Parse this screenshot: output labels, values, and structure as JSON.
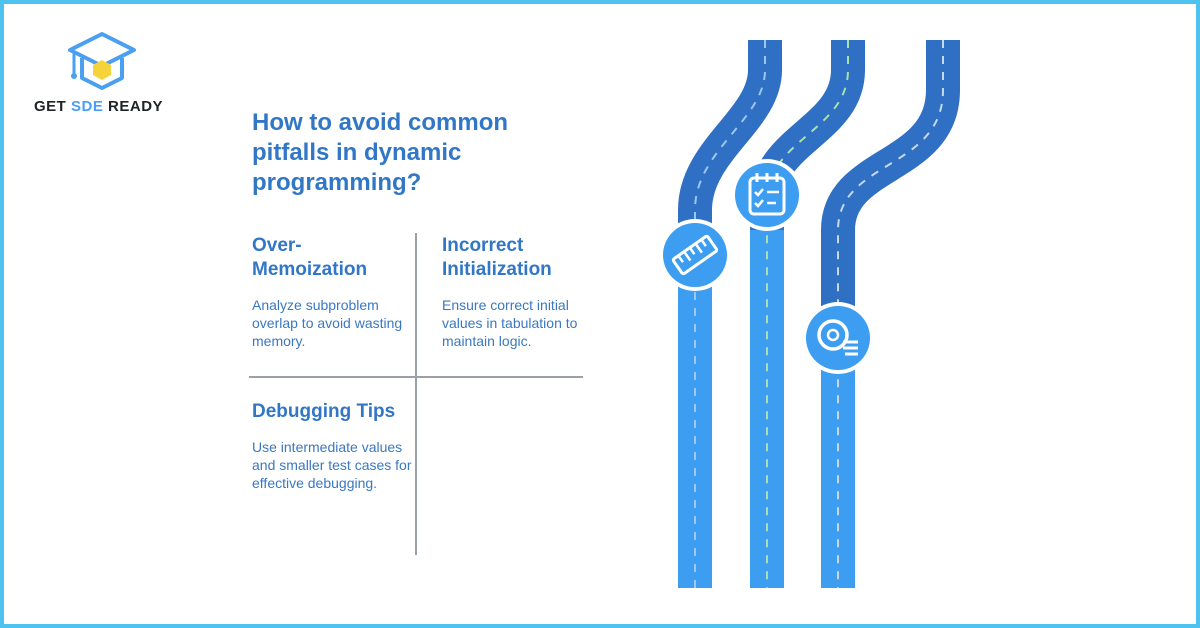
{
  "brand": {
    "name_part1": "GET ",
    "name_accent": "SDE",
    "name_part2": " READY",
    "logo_icon": "graduation-cap-hexagon-icon",
    "accent_color": "#4a9ff0"
  },
  "heading": "How to avoid common pitfalls in dynamic programming?",
  "quadrants": [
    {
      "title": "Over-Memoization",
      "body": "Analyze subproblem overlap to avoid wasting memory.",
      "icon": "ruler-icon"
    },
    {
      "title": "Incorrect Initialization",
      "body": "Ensure correct initial values in tabulation to maintain logic.",
      "icon": "checklist-notepad-icon"
    },
    {
      "title": "Debugging Tips",
      "body": "Use intermediate values and smaller test cases for effective debugging.",
      "icon": "magnifier-list-icon"
    }
  ],
  "colors": {
    "title_blue": "#3277c6",
    "road_dark": "#2f6fc4",
    "road_light": "#3d9df0",
    "frame": "#4fc3f0"
  }
}
